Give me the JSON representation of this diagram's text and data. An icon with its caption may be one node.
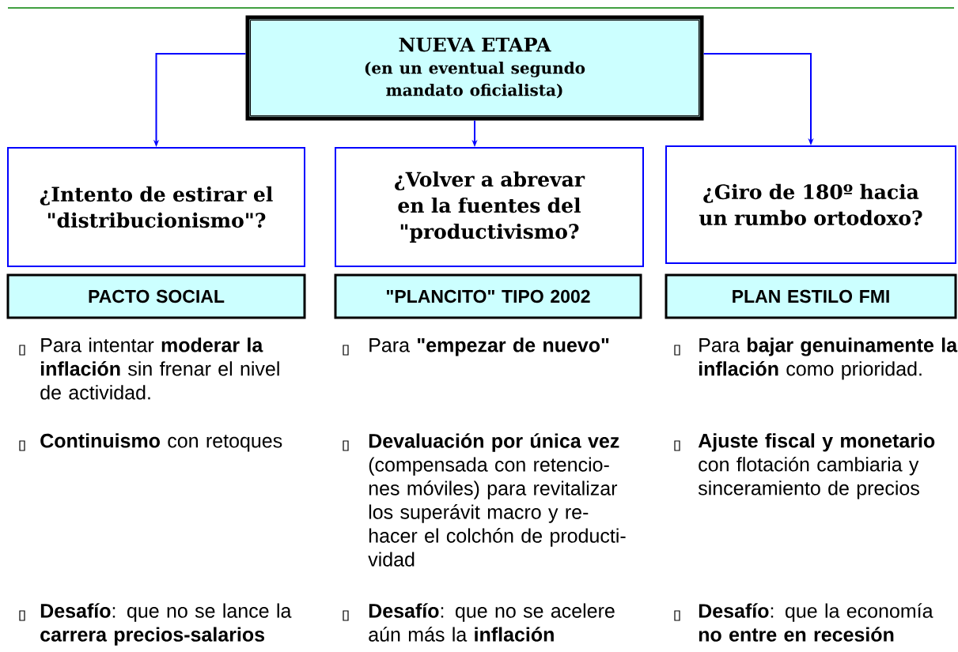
{
  "diagram": {
    "nodes": [
      {
        "text": [
          "NUEVA ETAPA",
          "(en un eventual segundo mandato oficialista)"
        ]
      },
      {
        "text": [
          "¿Intento de estirar el \"distribucionismo\"?"
        ]
      },
      {
        "text": [
          "¿Volver a abrevar en la fuentes del \"productivismo?"
        ]
      },
      {
        "text": [
          "¿Giro de 180º hacia un rumbo ortodoxo?"
        ]
      },
      {
        "text": [
          "PACTO SOCIAL"
        ]
      },
      {
        "text": [
          "\"PLANCITO\" TIPO 2002"
        ]
      },
      {
        "text": [
          "PLAN ESTILO FMI"
        ]
      }
    ],
    "edges": [
      {
        "from": 0,
        "to": 1,
        "arrow": "to"
      },
      {
        "from": 0,
        "to": 2,
        "arrow": "to"
      },
      {
        "from": 0,
        "to": 3,
        "arrow": "to"
      }
    ],
    "labels": [
      "Para intentar **moderar la inflación** sin frenar el nivel de actividad.",
      "Para **\"empezar de nuevo\"**",
      "Para **bajar genuinamente la inflación** como prioridad.",
      "**Continuismo** con retoques",
      "**Devaluación por única vez** (compensada con retencio- nes móviles) para revitalizar los superávit macro y re- hacer el colchón de producti- vidad",
      "**Ajuste fiscal y monetario** con flotación cambiaria y sinceramiento de precios",
      "**Desafío**: que no se lance la **carrera precios-salarios**",
      "**Desafío**: que no se acelere aún más la **inflación**",
      "**Desafío**: que la economía **no entre en recesión**"
    ]
  }
}
